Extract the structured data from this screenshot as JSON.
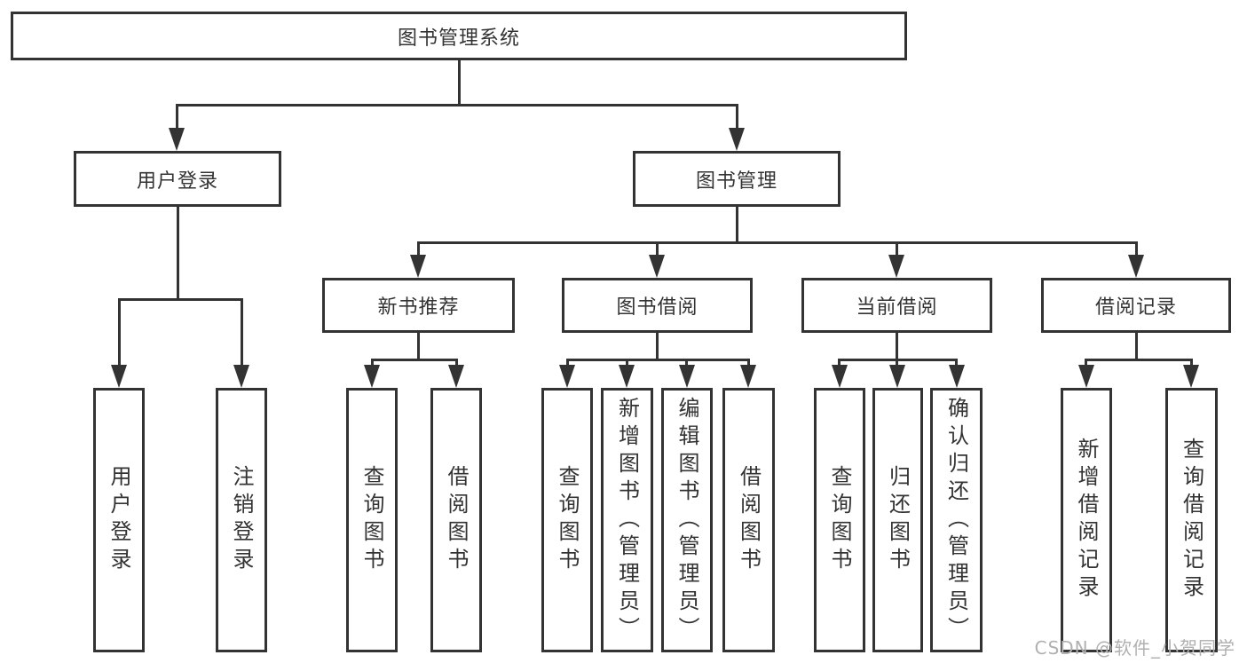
{
  "diagram": {
    "root": "图书管理系统",
    "level2": [
      {
        "label": "用户登录",
        "children": [
          "用户登录",
          "注销登录"
        ]
      },
      {
        "label": "图书管理"
      }
    ],
    "level3": [
      {
        "label": "新书推荐",
        "children": [
          "查询图书",
          "借阅图书"
        ]
      },
      {
        "label": "图书借阅",
        "children": [
          "查询图书",
          "新增图书（管理员）",
          "编辑图书（管理员）",
          "借阅图书"
        ]
      },
      {
        "label": "当前借阅",
        "children": [
          "查询图书",
          "归还图书",
          "确认归还（管理员）"
        ]
      },
      {
        "label": "借阅记录",
        "children": [
          "新增借阅记录",
          "查询借阅记录"
        ]
      }
    ]
  },
  "watermark": "CSDN @软件_小贺同学",
  "colors": {
    "line": "#333333",
    "background": "#ffffff",
    "watermark": "#b0b0b0"
  }
}
